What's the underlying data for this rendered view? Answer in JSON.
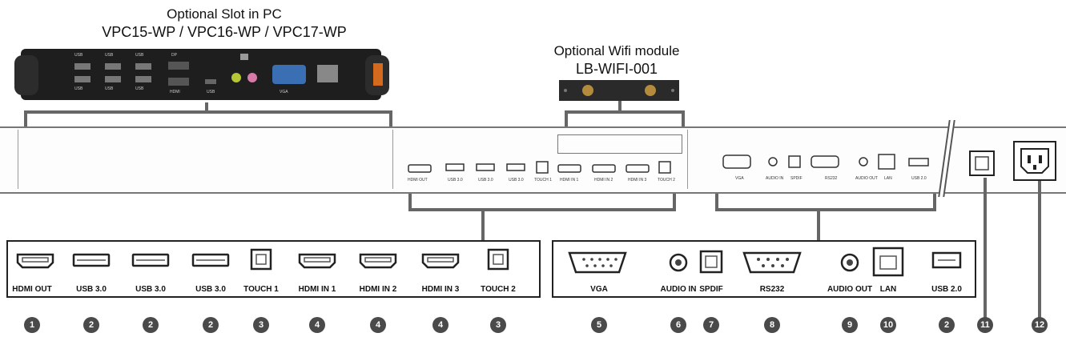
{
  "pc_slot": {
    "title": "Optional Slot in PC",
    "models": "VPC15-WP / VPC16-WP / VPC17-WP",
    "port_labels": [
      "USB",
      "USB",
      "USB",
      "USB",
      "USB",
      "USB",
      "DP",
      "HDMI",
      "USB",
      "VGA"
    ]
  },
  "wifi": {
    "title": "Optional Wifi module",
    "model": "LB-WIFI-001"
  },
  "chassis_small_labels": [
    "HDMI OUT",
    "USB 3.0",
    "USB 3.0",
    "USB 3.0",
    "TOUCH 1",
    "HDMI IN 1",
    "HDMI IN 2",
    "HDMI IN 3",
    "TOUCH 2",
    "VGA",
    "AUDIO IN",
    "SPDIF",
    "RS232",
    "AUDIO OUT",
    "LAN",
    "USB 2.0"
  ],
  "left_panel_ports": [
    {
      "label": "HDMI OUT",
      "badge": "1",
      "icon": "hdmi-port-icon"
    },
    {
      "label": "USB 3.0",
      "badge": "2",
      "icon": "usb-a-port-icon"
    },
    {
      "label": "USB 3.0",
      "badge": "2",
      "icon": "usb-a-port-icon"
    },
    {
      "label": "USB 3.0",
      "badge": "2",
      "icon": "usb-a-port-icon"
    },
    {
      "label": "TOUCH 1",
      "badge": "3",
      "icon": "usb-b-port-icon"
    },
    {
      "label": "HDMI IN 1",
      "badge": "4",
      "icon": "hdmi-port-icon"
    },
    {
      "label": "HDMI IN 2",
      "badge": "4",
      "icon": "hdmi-port-icon"
    },
    {
      "label": "HDMI IN 3",
      "badge": "4",
      "icon": "hdmi-port-icon"
    },
    {
      "label": "TOUCH 2",
      "badge": "3",
      "icon": "usb-b-port-icon"
    }
  ],
  "right_panel_ports": [
    {
      "label": "VGA",
      "badge": "5",
      "icon": "vga-port-icon"
    },
    {
      "label": "AUDIO IN",
      "badge": "6",
      "icon": "audio-jack-icon"
    },
    {
      "label": "SPDIF",
      "badge": "7",
      "icon": "spdif-port-icon"
    },
    {
      "label": "RS232",
      "badge": "8",
      "icon": "rs232-port-icon"
    },
    {
      "label": "AUDIO OUT",
      "badge": "9",
      "icon": "audio-jack-icon"
    },
    {
      "label": "LAN",
      "badge": "10",
      "icon": "lan-port-icon"
    },
    {
      "label": "USB 2.0",
      "badge": "2",
      "icon": "usb-a-port-icon"
    }
  ],
  "power": {
    "switch_badge": "11",
    "socket_badge": "12",
    "switch_icon": "power-switch-icon",
    "socket_icon": "ac-power-socket-icon"
  }
}
